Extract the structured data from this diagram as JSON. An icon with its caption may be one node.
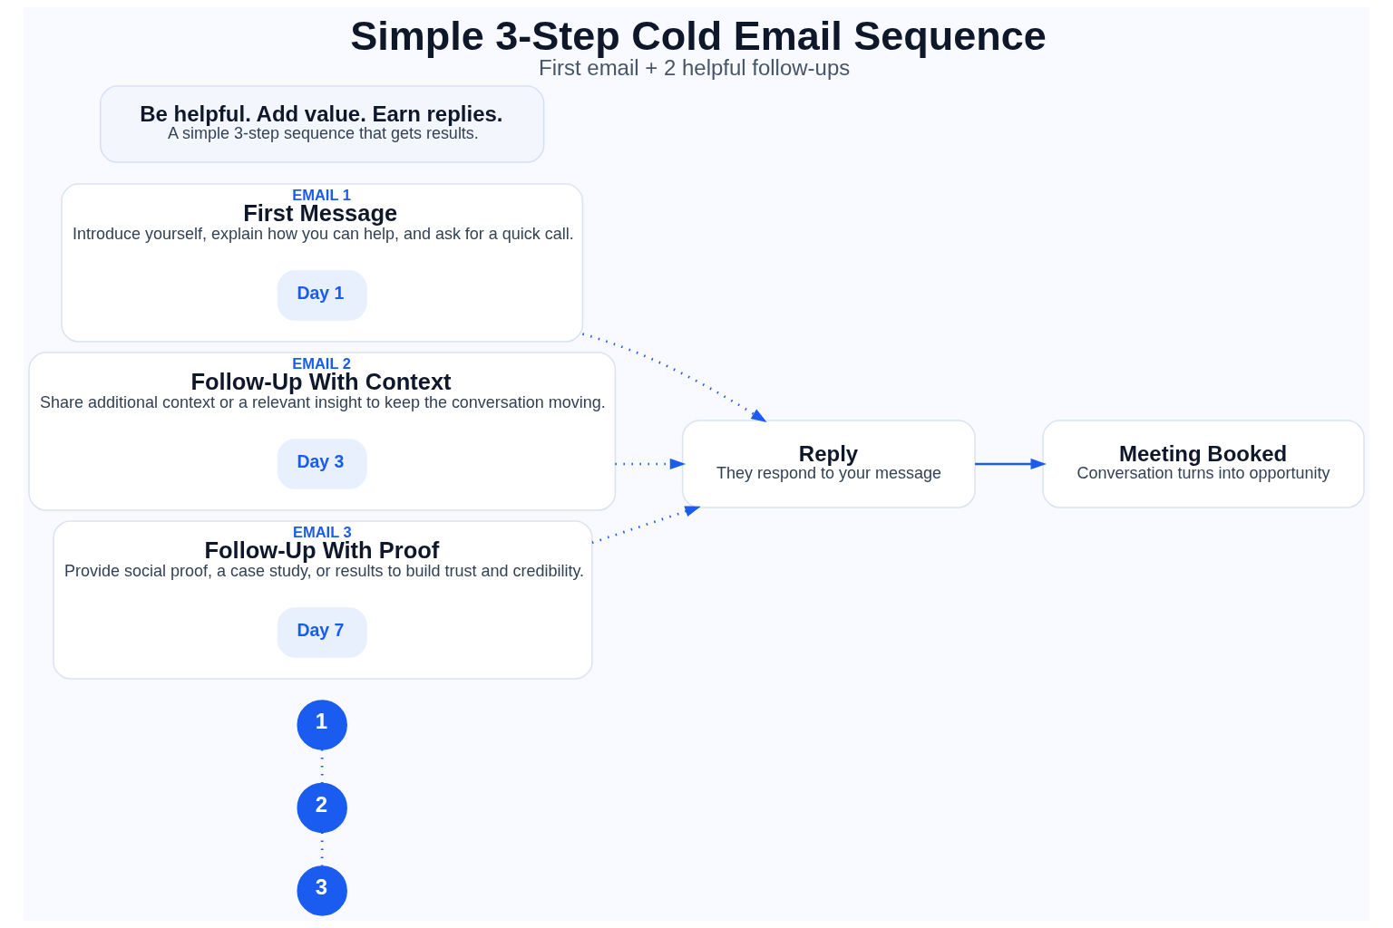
{
  "diagram": {
    "title": "Simple 3-Step Cold Email Sequence",
    "caption": "First email + 2 helpful follow-ups",
    "nodes": [
      {
        "text": [
          "1"
        ]
      },
      {
        "text": [
          "2"
        ]
      },
      {
        "text": [
          "3"
        ]
      },
      {
        "text": [
          "EMAIL 1",
          "First Message",
          "Introduce yourself, explain how you can help, and ask for a quick call."
        ]
      },
      {
        "text": [
          "Day 1"
        ],
        "in": 3
      },
      {
        "text": [
          "EMAIL 2",
          "Follow-Up With Context",
          "Share additional context or a relevant insight to keep the conversation moving."
        ]
      },
      {
        "text": [
          "Day 3"
        ],
        "in": 5
      },
      {
        "text": [
          "EMAIL 3",
          "Follow-Up With Proof",
          "Provide social proof, a case study, or results to build trust and credibility."
        ]
      },
      {
        "text": [
          "Day 7"
        ],
        "in": 7
      },
      {
        "text": [
          "Reply",
          "They respond to your message"
        ]
      },
      {
        "text": [
          "Meeting Booked",
          "Conversation turns into opportunity"
        ]
      },
      {
        "text": [
          "Be helpful. Add value. Earn replies.",
          "A simple 3-step sequence that gets results."
        ]
      }
    ],
    "edges": [
      {
        "from": 0,
        "to": 1,
        "arrow": "none",
        "style": "dashed"
      },
      {
        "from": 1,
        "to": 2,
        "arrow": "none",
        "style": "dashed"
      },
      {
        "from": 3,
        "to": 9,
        "arrow": "to",
        "style": "dashed"
      },
      {
        "from": 5,
        "to": 9,
        "arrow": "to",
        "style": "dashed"
      },
      {
        "from": 7,
        "to": 9,
        "arrow": "to",
        "style": "dashed"
      },
      {
        "from": 9,
        "to": 10,
        "arrow": "to"
      }
    ]
  }
}
